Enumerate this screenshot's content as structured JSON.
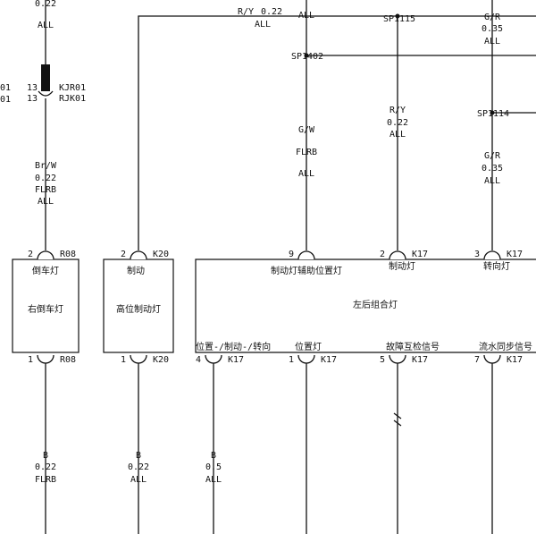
{
  "top_left": {
    "size": "0.22",
    "option": "ALL"
  },
  "left_edge": {
    "a": "01",
    "b": "01"
  },
  "connector_kjr": {
    "pin_a": "13",
    "pin_b": "13",
    "name_a": "KJR01",
    "name_b": "RJK01"
  },
  "top_wire": {
    "color": "R/Y",
    "size": "0.22",
    "option": "ALL"
  },
  "top_all": "ALL",
  "splices": {
    "sp1115": "SP1115",
    "sp1402": "SP1402",
    "sp1114": "SP1114"
  },
  "wire_gr_top": {
    "color": "G/R",
    "size": "0.35",
    "option": "ALL"
  },
  "wire_ry_mid": {
    "color": "R/Y",
    "size": "0.22",
    "option": "ALL"
  },
  "wire_gw": {
    "color": "G/W",
    "option1": "FLRB",
    "option2": "ALL"
  },
  "wire_gr_mid": {
    "color": "G/R",
    "size": "0.35",
    "option": "ALL"
  },
  "wire_brw": {
    "color": "Br/W",
    "size": "0.22",
    "option1": "FLRB",
    "option2": "ALL"
  },
  "r08": {
    "pin_top": "2",
    "pin_bottom": "1",
    "conn": "R08",
    "func": "倒车灯",
    "name": "右倒车灯"
  },
  "k20": {
    "pin_top": "2",
    "pin_bottom": "1",
    "conn": "K20",
    "func": "制动",
    "name": "高位制动灯"
  },
  "k17": {
    "conn": "K17",
    "name": "左后组合灯",
    "top_pins": [
      {
        "pin": "9",
        "label": "制动灯辅助位置灯"
      },
      {
        "pin": "2",
        "label": "制动灯"
      },
      {
        "pin": "3",
        "label": "转向灯"
      }
    ],
    "bottom_pins": [
      {
        "pin": "4",
        "label": "位置-/制动-/转向"
      },
      {
        "pin": "1",
        "label": "位置灯"
      },
      {
        "pin": "5",
        "label": "故障互检信号"
      },
      {
        "pin": "7",
        "label": "流水同步信号"
      }
    ]
  },
  "bottom_wires": [
    {
      "color": "B",
      "size": "0.22",
      "option": "FLRB"
    },
    {
      "color": "B",
      "size": "0.22",
      "option": "ALL"
    },
    {
      "color": "B",
      "size": "0.5",
      "option": "ALL"
    }
  ]
}
